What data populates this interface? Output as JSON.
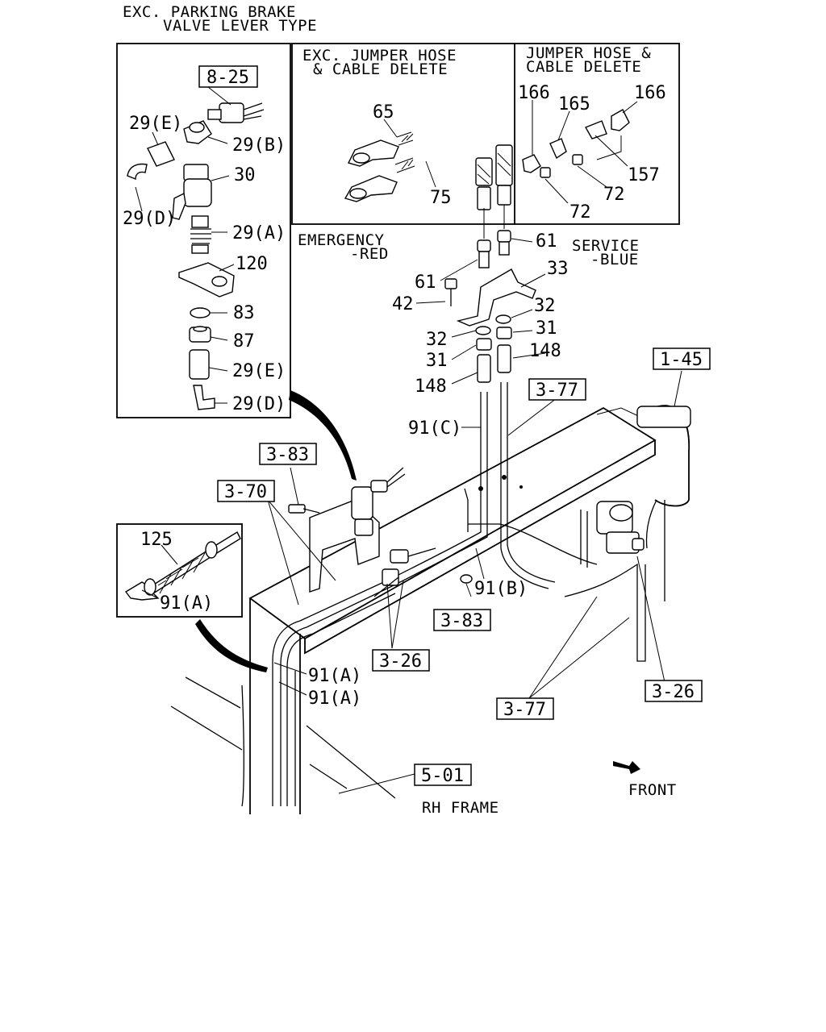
{
  "titles": {
    "exc_parking_1": "EXC. PARKING BRAKE",
    "exc_parking_2": "VALVE LEVER TYPE",
    "exc_jumper_1": "EXC. JUMPER HOSE",
    "exc_jumper_2": "& CABLE DELETE",
    "jumper_1": "JUMPER HOSE &",
    "jumper_2": "CABLE DELETE",
    "emergency_1": "EMERGENCY",
    "emergency_2": "-RED",
    "service_1": "SERVICE",
    "service_2": "-BLUE",
    "front": "FRONT",
    "rh_frame": "RH FRAME"
  },
  "refs": {
    "r825": "8-25",
    "r145": "1-45",
    "r377a": "3-77",
    "r383a": "3-83",
    "r370": "3-70",
    "r383b": "3-83",
    "r326a": "3-26",
    "r326b": "3-26",
    "r377b": "3-77",
    "r501": "5-01"
  },
  "parts": {
    "p29e_a": "29(E)",
    "p29b": "29(B)",
    "p30": "30",
    "p29d_a": "29(D)",
    "p29a": "29(A)",
    "p120": "120",
    "p83": "83",
    "p87": "87",
    "p29e_b": "29(E)",
    "p29d_b": "29(D)",
    "p65": "65",
    "p75": "75",
    "p166a": "166",
    "p165": "165",
    "p166b": "166",
    "p157": "157",
    "p72a": "72",
    "p72b": "72",
    "p61a": "61",
    "p61b": "61",
    "p33": "33",
    "p42": "42",
    "p32a": "32",
    "p32b": "32",
    "p31a": "31",
    "p31b": "31",
    "p148a": "148",
    "p148b": "148",
    "p91c": "91(C)",
    "p91b": "91(B)",
    "p125": "125",
    "p91a_a": "91(A)",
    "p91a_b": "91(A)",
    "p91a_c": "91(A)"
  }
}
